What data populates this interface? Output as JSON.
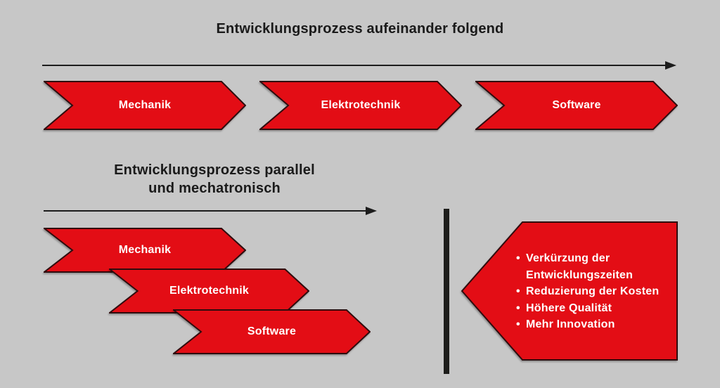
{
  "canvas": {
    "background": "#c7c7c7",
    "accent_red": "#e30d15",
    "shape_outline": "#2f0c0e",
    "line_color": "#1c1c1c",
    "text_dark": "#1a1a1a",
    "text_light": "#ffffff"
  },
  "sequential": {
    "title": "Entwicklungsprozess aufeinander folgend",
    "steps": [
      {
        "label": "Mechanik"
      },
      {
        "label": "Elektrotechnik"
      },
      {
        "label": "Software"
      }
    ]
  },
  "parallel": {
    "title_line1": "Entwicklungsprozess parallel",
    "title_line2": "und mechatronisch",
    "steps": [
      {
        "label": "Mechanik"
      },
      {
        "label": "Elektrotechnik"
      },
      {
        "label": "Software"
      }
    ]
  },
  "benefits": {
    "bullet": "•",
    "items": [
      {
        "line1": "Verkürzung der",
        "line2": "Entwicklungszeiten"
      },
      {
        "line1": "Reduzierung der Kosten"
      },
      {
        "line1": "Höhere Qualität"
      },
      {
        "line1": "Mehr Innovation"
      }
    ]
  }
}
